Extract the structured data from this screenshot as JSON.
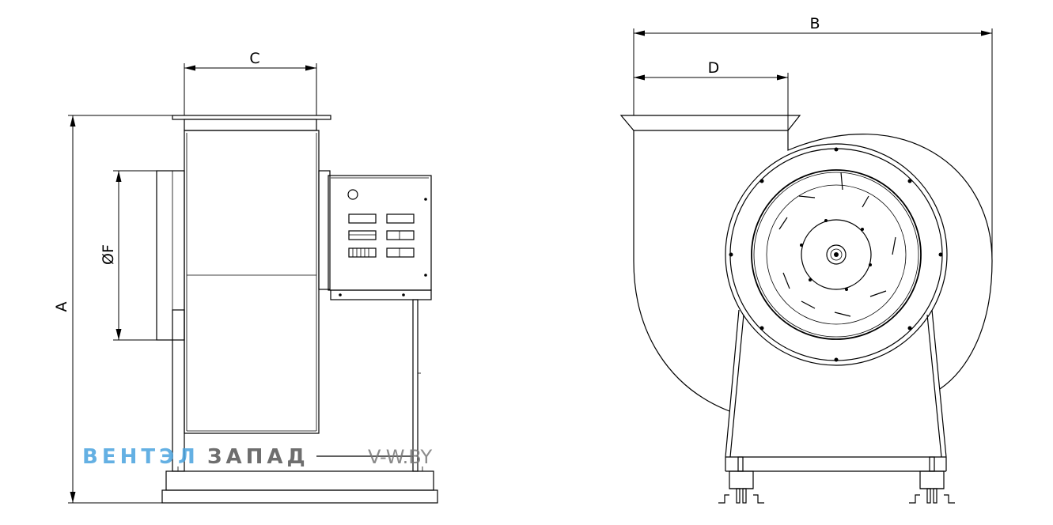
{
  "dimensions": {
    "a": "A",
    "b": "B",
    "c": "C",
    "d": "D",
    "f": "ØF"
  },
  "watermark": {
    "part1": "ВЕНТЭЛ",
    "part2": "ЗАПАД",
    "url": "V-W.BY"
  }
}
